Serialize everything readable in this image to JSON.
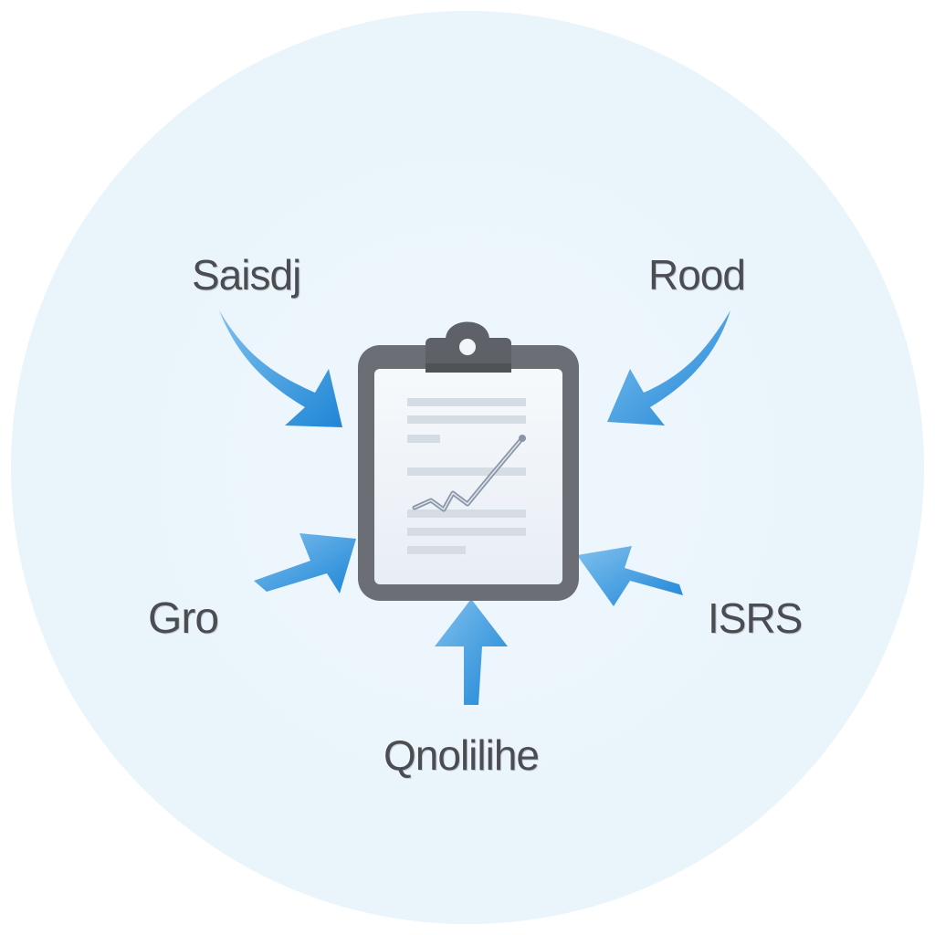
{
  "colors": {
    "background_circle": "#eef7fc",
    "arrow_blue": "#2b8fd8",
    "clipboard_frame": "#6b6f75",
    "clipboard_paper": "#f2f6fa",
    "text_lines": "#d6dce3",
    "trend_line": "#8a96a8",
    "label_text": "#4a4d52"
  },
  "icons": {
    "center": "clipboard-with-trend-chart-icon",
    "connectors": "arrow-icon"
  },
  "labels": {
    "top_left": "Saisdj",
    "top_right": "Rood",
    "left": "Gro",
    "right": "ISRS",
    "bottom": "Qnolilihe"
  }
}
